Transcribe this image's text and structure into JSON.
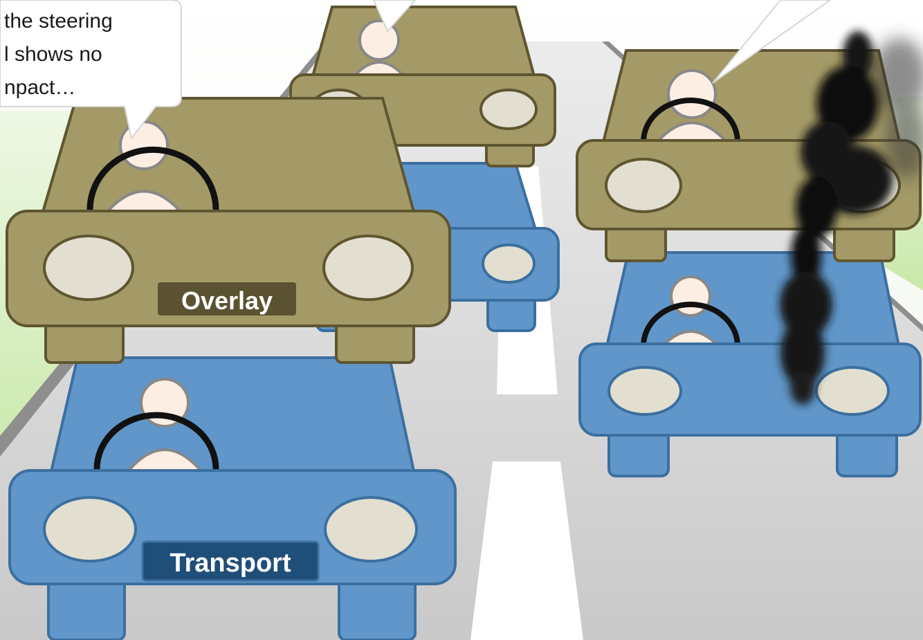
{
  "speech_bubble": {
    "lines": [
      "the steering",
      "l shows no",
      "npact…"
    ]
  },
  "plates": {
    "overlay": "Overlay",
    "transport": "Transport"
  },
  "colors": {
    "overlay_car_body": "#a49a67",
    "overlay_car_outline": "#5f5530",
    "transport_car_body": "#6096c9",
    "transport_car_outline": "#3b6fa0",
    "overlay_plate_bg": "#5b5232",
    "transport_plate_bg": "#1f4e79",
    "headlight": "#e2ded0",
    "driver_skin": "#fdeee4",
    "road": "#d0d0d0",
    "grass": "#dff0cc",
    "smoke": "#111111"
  }
}
